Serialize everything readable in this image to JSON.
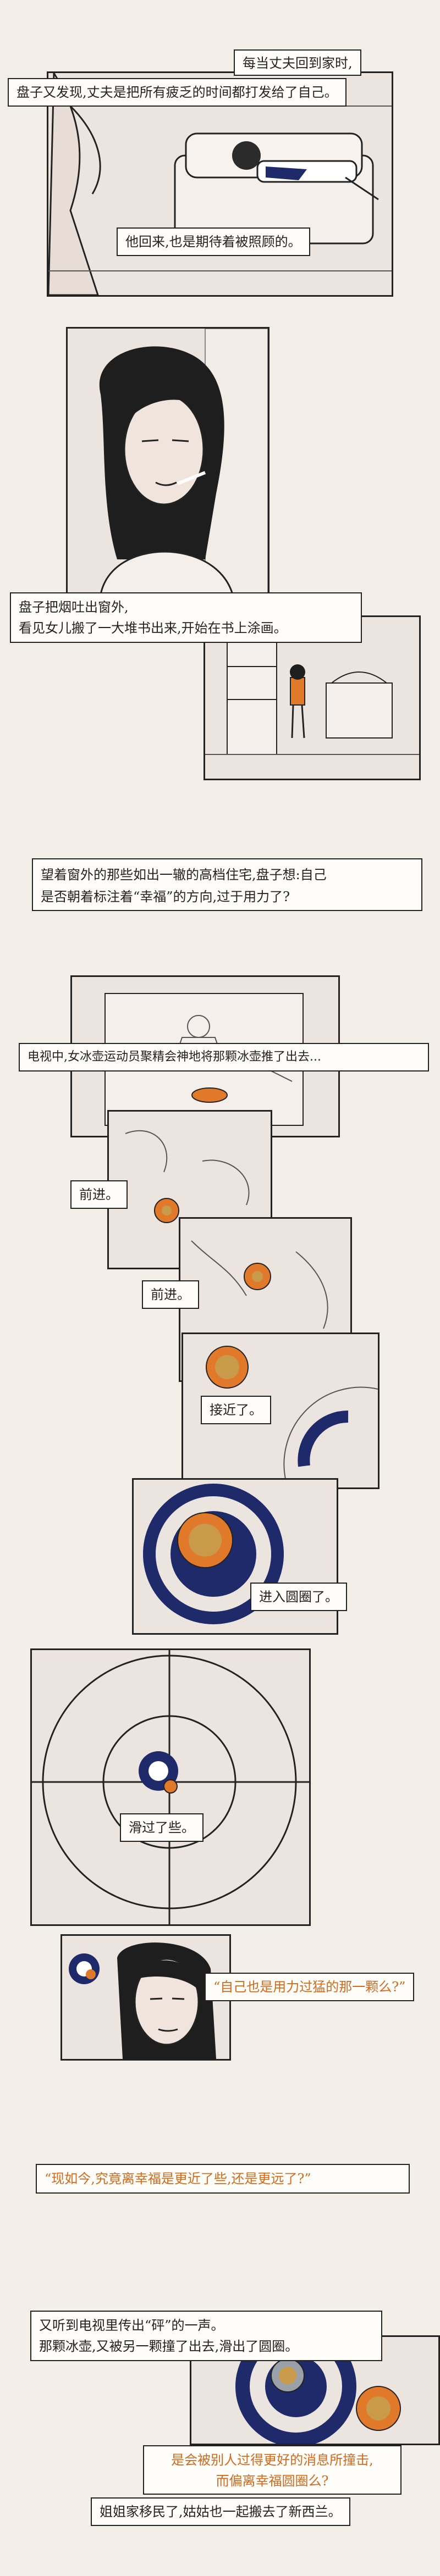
{
  "captions": {
    "c1_line1": "每当丈夫回到家时,",
    "c1_line2": "盘子又发现,丈夫是把所有疲乏的时间都打发给了自己。",
    "c2": "他回来,也是期待着被照顾的。",
    "c3_line1": "盘子把烟吐出窗外,",
    "c3_line2": "看见女儿搬了一大堆书出来,开始在书上涂画。",
    "c4_line1": "望着窗外的那些如出一辙的高档住宅,盘子想:自己",
    "c4_line2": "是否朝着标注着“幸福”的方向,过于用力了?",
    "c5": "电视中,女冰壶运动员聚精会神地将那颗冰壶推了出去...",
    "c6": "前进。",
    "c7": "前进。",
    "c8": "接近了。",
    "c9": "进入圆圈了。",
    "c10": "滑过了些。",
    "c11": "“自己也是用力过猛的那一颗么?”",
    "c12": "“现如今,究竟离幸福是更近了些,还是更远了?”",
    "c13_line1": "又听到电视里传出“砰”的一声。",
    "c13_line2": "那颗冰壶,又被另一颗撞了出去,滑出了圆圈。",
    "c14_line1": "是会被别人过得更好的消息所撞击,",
    "c14_line2": "而偏离幸福圆圈么?",
    "c15": "姐姐家移民了,姑姑也一起搬去了新西兰。"
  },
  "colors": {
    "panel_bg": "#ece4df",
    "ink": "#222222",
    "accent_orange": "#d26a1d",
    "house_navy": "#1f2a6b",
    "stone_orange": "#e07a2a"
  }
}
